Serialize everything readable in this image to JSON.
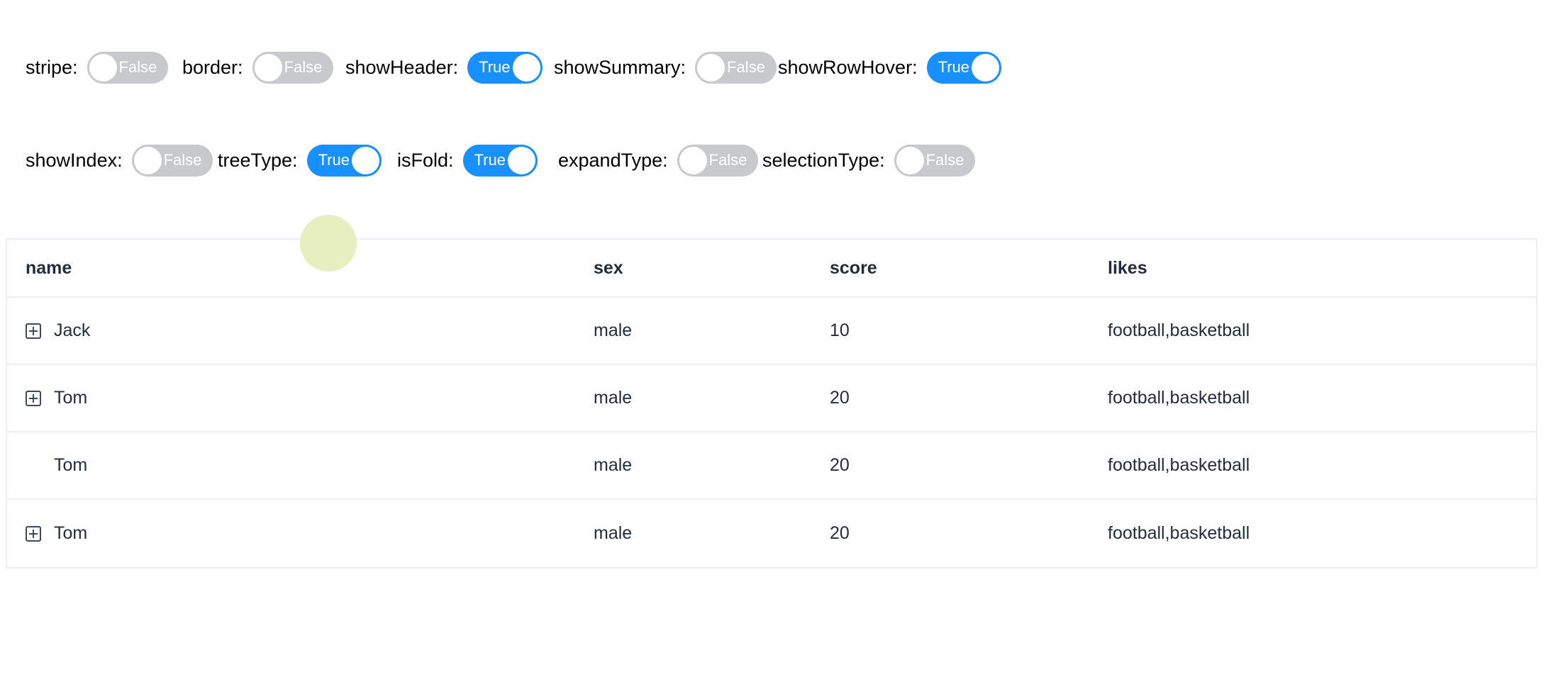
{
  "controls": {
    "rows": [
      [
        {
          "label": "stripe:",
          "value": "False",
          "state": "off"
        },
        {
          "label": "border:",
          "value": "False",
          "state": "off"
        },
        {
          "label": "showHeader:",
          "value": "True",
          "state": "on"
        },
        {
          "label": "showSummary:",
          "value": "False",
          "state": "off"
        },
        {
          "label": "showRowHover:",
          "value": "True",
          "state": "on"
        }
      ],
      [
        {
          "label": "showIndex:",
          "value": "False",
          "state": "off"
        },
        {
          "label": "treeType:",
          "value": "True",
          "state": "on"
        },
        {
          "label": "isFold:",
          "value": "True",
          "state": "on"
        },
        {
          "label": "expandType:",
          "value": "False",
          "state": "off"
        },
        {
          "label": "selectionType:",
          "value": "False",
          "state": "off"
        }
      ]
    ]
  },
  "table": {
    "columns": [
      {
        "key": "name",
        "label": "name"
      },
      {
        "key": "sex",
        "label": "sex"
      },
      {
        "key": "score",
        "label": "score"
      },
      {
        "key": "likes",
        "label": "likes"
      }
    ],
    "rows": [
      {
        "expandable": true,
        "name": "Jack",
        "sex": "male",
        "score": "10",
        "likes": "football,basketball"
      },
      {
        "expandable": true,
        "name": "Tom",
        "sex": "male",
        "score": "20",
        "likes": "football,basketball"
      },
      {
        "expandable": false,
        "name": "Tom",
        "sex": "male",
        "score": "20",
        "likes": "football,basketball"
      },
      {
        "expandable": true,
        "name": "Tom",
        "sex": "male",
        "score": "20",
        "likes": "football,basketball"
      }
    ]
  },
  "cursor": {
    "icon": "cursor-highlight-circle",
    "color": "#e7eec0"
  },
  "colors": {
    "switch_on": "#1890ff",
    "switch_off": "#c8c9cc",
    "switch_knob": "#ffffff",
    "table_border": "#ebeef5",
    "text": "#1f2d3d",
    "label_text": "#000000"
  }
}
